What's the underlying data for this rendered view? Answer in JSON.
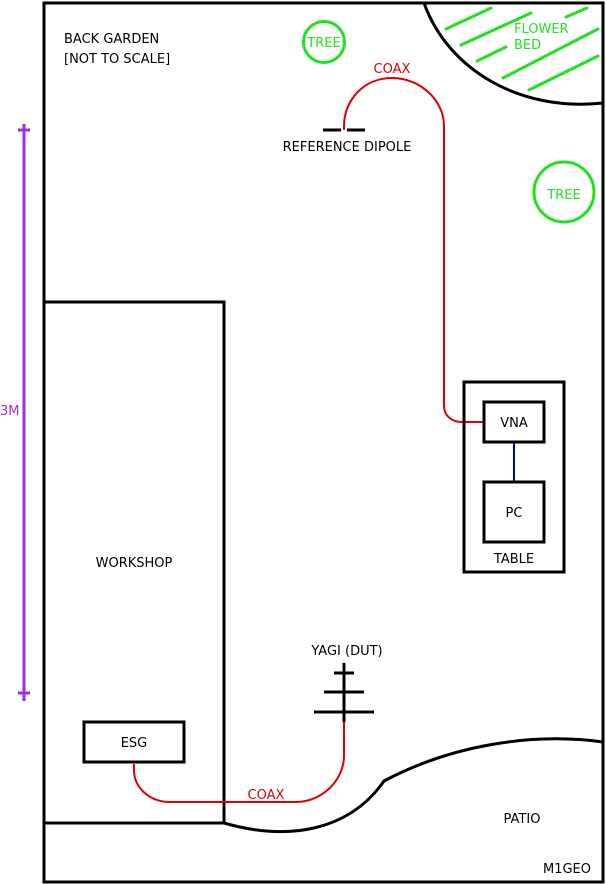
{
  "title": {
    "line1": "BACK GARDEN",
    "line2": "[NOT TO SCALE]"
  },
  "scale": {
    "label": "3M",
    "color": "#9b30e0"
  },
  "trees": [
    {
      "label": "TREE"
    },
    {
      "label": "TREE"
    }
  ],
  "flower_bed": {
    "line1": "FLOWER",
    "line2": "BED"
  },
  "reference_dipole": {
    "label": "REFERENCE DIPOLE"
  },
  "coax": {
    "top_label": "COAX",
    "bottom_label": "COAX",
    "color": "#e00000"
  },
  "table": {
    "label": "TABLE",
    "vna_label": "VNA",
    "pc_label": "PC",
    "link_color": "#00008b"
  },
  "workshop": {
    "label": "WORKSHOP",
    "esg_label": "ESG"
  },
  "yagi": {
    "label": "YAGI (DUT)"
  },
  "patio": {
    "label": "PATIO"
  },
  "credit": "M1GEO",
  "colors": {
    "outline": "#000000",
    "vegetation": "#22e022"
  }
}
